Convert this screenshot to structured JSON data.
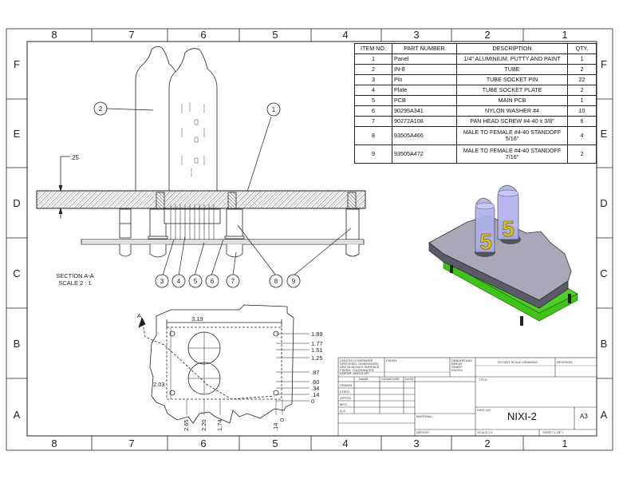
{
  "border": {
    "columns_top": [
      "8",
      "7",
      "6",
      "5",
      "4",
      "3",
      "2",
      "1"
    ],
    "columns_bottom": [
      "8",
      "7",
      "6",
      "5",
      "4",
      "3",
      "2",
      "1"
    ],
    "rows_left": [
      "F",
      "E",
      "D",
      "C",
      "B",
      "A"
    ],
    "rows_right": [
      "F",
      "E",
      "D",
      "C",
      "B",
      "A"
    ]
  },
  "bom": {
    "headers": [
      "ITEM NO.",
      "PART NUMBER",
      "DESCRIPTION",
      "QTY."
    ],
    "rows": [
      {
        "item": "1",
        "part": "Panel",
        "desc": "1/4\" ALUMINIUM, PUTTY AND PAINT",
        "qty": "1"
      },
      {
        "item": "2",
        "part": "IN-8",
        "desc": "TUBE",
        "qty": "2"
      },
      {
        "item": "3",
        "part": "Pin",
        "desc": "TUBE SOCKET PIN",
        "qty": "22"
      },
      {
        "item": "4",
        "part": "Plate",
        "desc": "TUBE SOCKET PLATE",
        "qty": "2"
      },
      {
        "item": "5",
        "part": "PCB",
        "desc": "MAIN PCB",
        "qty": "1"
      },
      {
        "item": "6",
        "part": "90295A341",
        "desc": "NYLON WASHER #4",
        "qty": "10"
      },
      {
        "item": "7",
        "part": "90272A108",
        "desc": "PAN HEAD SCREW #4-40 x 3/8\"",
        "qty": "6"
      },
      {
        "item": "8",
        "part": "93505A466",
        "desc": "MALE TO FEMALE #4-40 STANDOFF 5/16\"",
        "qty": "4"
      },
      {
        "item": "9",
        "part": "93505A472",
        "desc": "MALE TO FEMALE #4-40 STANDOFF 7/16\"",
        "qty": "2"
      }
    ]
  },
  "section": {
    "title": "SECTION A-A",
    "scale": "SCALE 2 : 1",
    "dim_top": ".25"
  },
  "balloons": {
    "b1": "1",
    "b2": "2",
    "b3": "3",
    "b4": "4",
    "b5": "5",
    "b6": "6",
    "b7": "7",
    "b8": "8",
    "b9": "9"
  },
  "plan": {
    "cut_label": "A",
    "dim_width": "3.19",
    "dim_height": "2.03",
    "right_dims": [
      "1.89",
      "1.77",
      "1.51",
      "1.25",
      ".87",
      ".60",
      ".34",
      ".14",
      "0"
    ],
    "bottom_dims": [
      "2.65",
      "2.20",
      "1.74",
      ".14",
      "0"
    ]
  },
  "iso": {
    "digit_left": "5",
    "digit_right": "5"
  },
  "title_block": {
    "tolerance_note": "UNLESS OTHERWISE SPECIFIED: DIMENSIONS ARE IN INCHES SURFACE FINISH: TOLERANCES: LINEAR: ANGULAR:",
    "finish": "FINISH:",
    "deburr": "DEBURR AND BREAK SHARP EDGES",
    "no_scale": "DO NOT SCALE DRAWING",
    "revision": "REVISION",
    "title": "TITLE:",
    "col_name": "NAME",
    "col_signature": "SIGNATURE",
    "col_date": "DATE",
    "drawn": "DRAWN",
    "chkd": "CHK'D",
    "appvd": "APPV'D",
    "mfg": "MFG",
    "qa": "Q.A",
    "material": "MATERIAL:",
    "dwg_no_label": "DWG NO.",
    "dwg_no": "NIXI-2",
    "size": "A3",
    "weight": "WEIGHT:",
    "scale": "SCALE:1:1",
    "sheet": "SHEET 1 OF 1"
  },
  "colors": {
    "pcb": "#3fc21a",
    "panel": "#8d8da0",
    "tube": "#b0b0ee",
    "digit": "#d8c21a",
    "line": "#222222"
  }
}
